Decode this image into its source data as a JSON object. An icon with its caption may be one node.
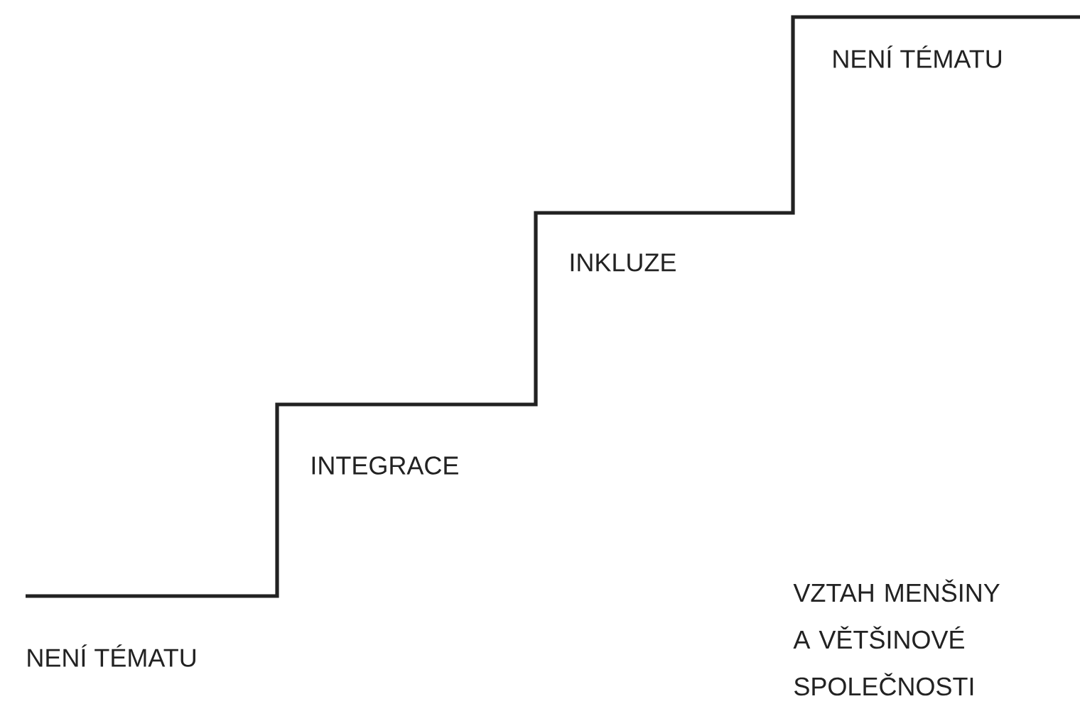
{
  "diagram": {
    "labels": [
      "NENÍ TÉMATU",
      "INKLUZE",
      "INTEGRACE",
      "NENÍ TÉMATU",
      "VZTAH MENŠINY A VĚTŠINOVÉ SPOLEČNOSTI"
    ]
  }
}
